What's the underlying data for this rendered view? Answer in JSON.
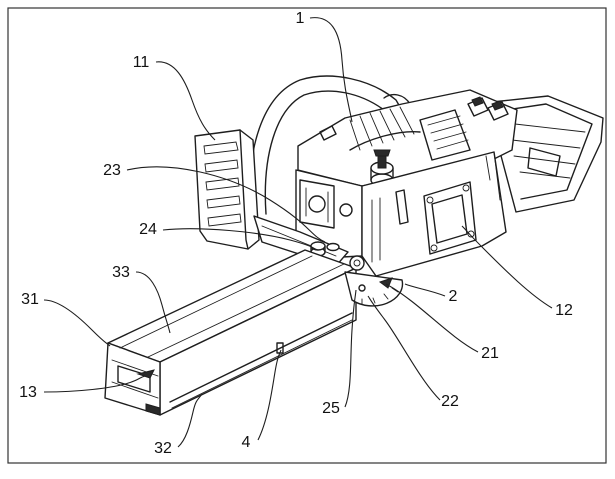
{
  "reference_numerals": [
    "1",
    "11",
    "23",
    "24",
    "33",
    "31",
    "13",
    "32",
    "4",
    "25",
    "22",
    "21",
    "2",
    "12"
  ]
}
